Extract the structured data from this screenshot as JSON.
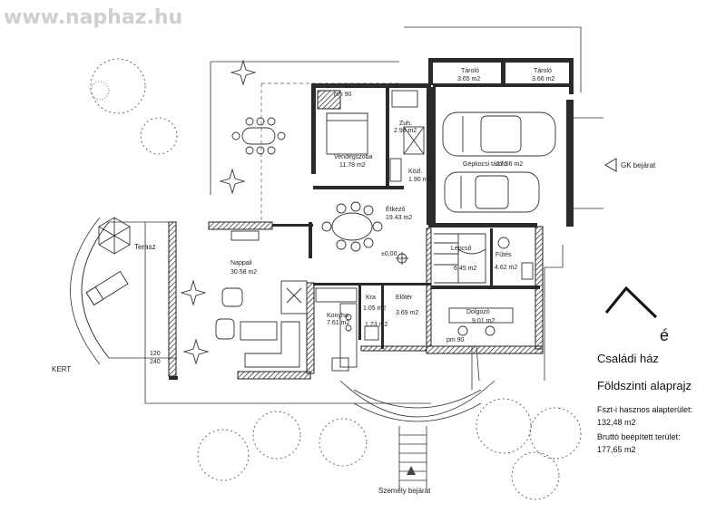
{
  "watermark": "www.naphaz.hu",
  "rooms": [
    {
      "name": "Tároló",
      "area": "3.65 m2"
    },
    {
      "name": "Tároló",
      "area": "3.66 m2"
    },
    {
      "name": "Vendégszoba",
      "area": "11.78 m2"
    },
    {
      "name": "Zuh.",
      "area": "2.96 m2"
    },
    {
      "name": "Gépkocsi tároló",
      "area": "27.56 m2"
    },
    {
      "name": "Közl.",
      "area": "1.90 m2"
    },
    {
      "name": "Étkező",
      "area": "19.43 m2"
    },
    {
      "name": "Nappali",
      "area": "30.58 m2"
    },
    {
      "name": "Lépcső",
      "area": ""
    },
    {
      "name": "",
      "area": "6.45 m2"
    },
    {
      "name": "Fűtés",
      "area": "4.62 m2"
    },
    {
      "name": "Konyha",
      "area": "7.61 m2"
    },
    {
      "name": "Kra",
      "area": "1.05 m2"
    },
    {
      "name": "Előtér",
      "area": "3.69 m2"
    },
    {
      "name": "Dolgozó",
      "area": "9.01 m2"
    },
    {
      "name": "",
      "area": "1.23 m2"
    }
  ],
  "labels": {
    "pm90_top": "pm 90",
    "pm90_bottom": "pm 90",
    "level": "±0,00",
    "terrace": "Terasz",
    "garden": "KERT",
    "dim_120": "120",
    "dim_240": "240",
    "car_entrance": "GK bejárat",
    "person_entrance": "Személy bejárat",
    "north": "é"
  },
  "info": {
    "title1": "Családi ház",
    "title2": "Földszinti alaprajz",
    "useful_label": "Fszt-i hasznos alapterület:",
    "useful_value": "132,48 m2",
    "built_label": "Bruttó beépített terület:",
    "built_value": "177,65 m2"
  }
}
